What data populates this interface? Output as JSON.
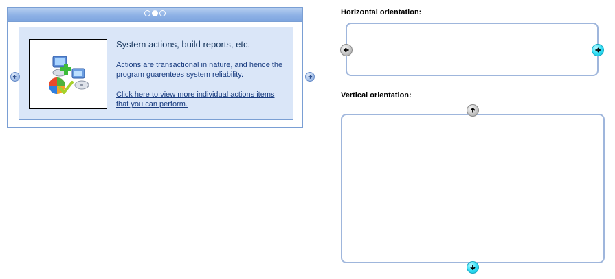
{
  "rotator": {
    "pager": {
      "count": 3,
      "active_index": 1
    },
    "slide": {
      "title": "System actions, build reports, etc.",
      "body": "Actions are transactional in nature, and hence the program guarentees system reliability.",
      "link": "Click here to view more individual actions items that you can perform."
    },
    "icons": {
      "prev": "arrow-left-icon",
      "next": "arrow-right-icon",
      "image": "system-actions-icon"
    },
    "colors": {
      "border": "#7a9fd4",
      "slide_bg": "#dae6f8",
      "title": "#17365d",
      "text": "#1a3d80"
    }
  },
  "horizontal": {
    "label": "Horizontal orientation:",
    "icons": {
      "prev": "arrow-left-icon",
      "next": "arrow-right-icon"
    }
  },
  "vertical": {
    "label": "Vertical orientation:",
    "icons": {
      "prev": "arrow-up-icon",
      "next": "arrow-down-icon"
    }
  },
  "colors": {
    "box_border": "#9fb6dc",
    "button_active": "#36e0f6",
    "button_inactive": "#c9c9c9"
  }
}
